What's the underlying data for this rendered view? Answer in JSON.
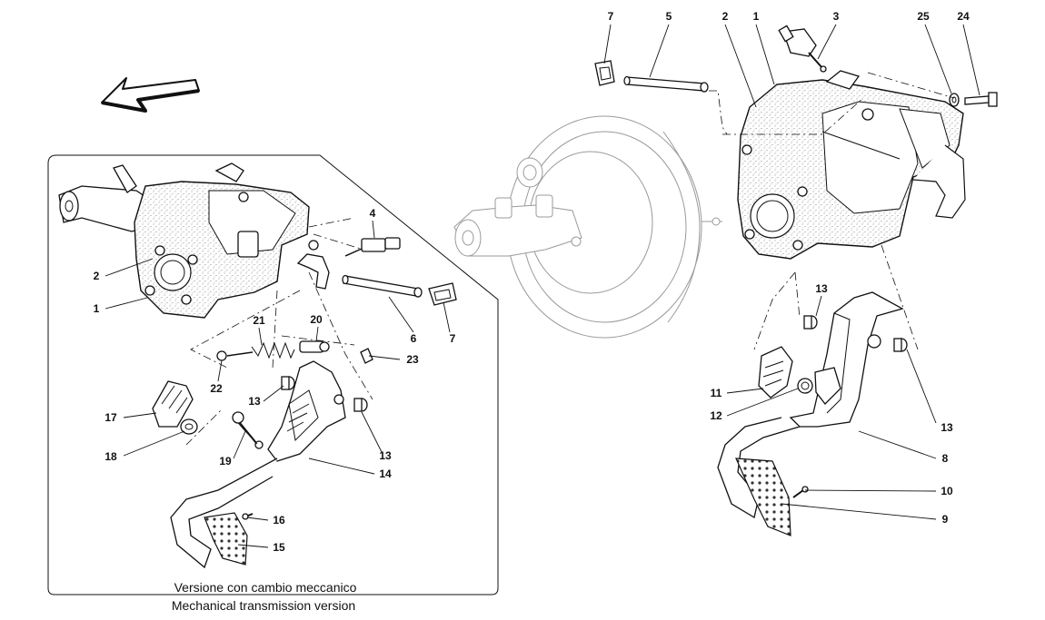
{
  "diagram": {
    "caption": {
      "line1": "Versione con cambio meccanico",
      "line2": "Mechanical transmission version"
    },
    "callouts_main": [
      "7",
      "5",
      "2",
      "1",
      "3",
      "25",
      "24",
      "13",
      "11",
      "12",
      "13",
      "8",
      "10",
      "9"
    ],
    "callouts_inset": [
      "4",
      "2",
      "1",
      "21",
      "20",
      "6",
      "7",
      "22",
      "23",
      "13",
      "17",
      "18",
      "19",
      "13",
      "14",
      "16",
      "15"
    ],
    "icons": [
      "direction-arrow-icon",
      "brake-booster",
      "pedal-box-housing",
      "brake-pedal",
      "clutch-pedal"
    ]
  }
}
